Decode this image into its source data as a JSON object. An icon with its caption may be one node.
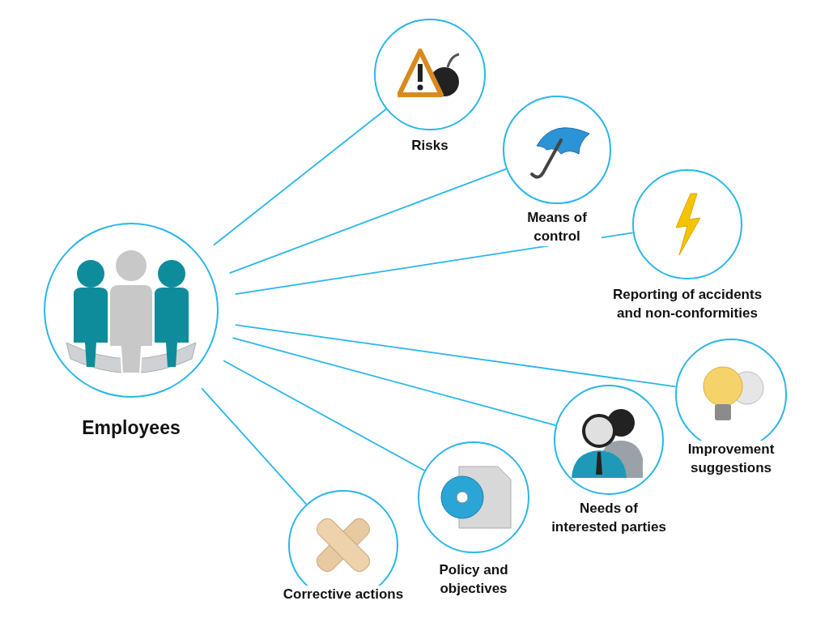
{
  "diagram": {
    "nodes": [
      {
        "text": [
          "Employees"
        ]
      },
      {
        "text": [
          "Risks"
        ]
      },
      {
        "text": [
          "Means of control"
        ]
      },
      {
        "text": [
          "Reporting of accidents and non-conformities"
        ]
      },
      {
        "text": [
          "Improvement suggestions"
        ]
      },
      {
        "text": [
          "Needs of interested parties"
        ]
      },
      {
        "text": [
          "Policy and objectives"
        ]
      },
      {
        "text": [
          "Corrective actions"
        ]
      }
    ],
    "edges": [
      {
        "from": 0,
        "to": 1,
        "arrow": "none"
      },
      {
        "from": 0,
        "to": 2,
        "arrow": "none"
      },
      {
        "from": 0,
        "to": 3,
        "arrow": "none"
      },
      {
        "from": 0,
        "to": 4,
        "arrow": "none"
      },
      {
        "from": 0,
        "to": 5,
        "arrow": "none"
      },
      {
        "from": 0,
        "to": 6,
        "arrow": "none"
      },
      {
        "from": 0,
        "to": 7,
        "arrow": "none"
      }
    ]
  }
}
